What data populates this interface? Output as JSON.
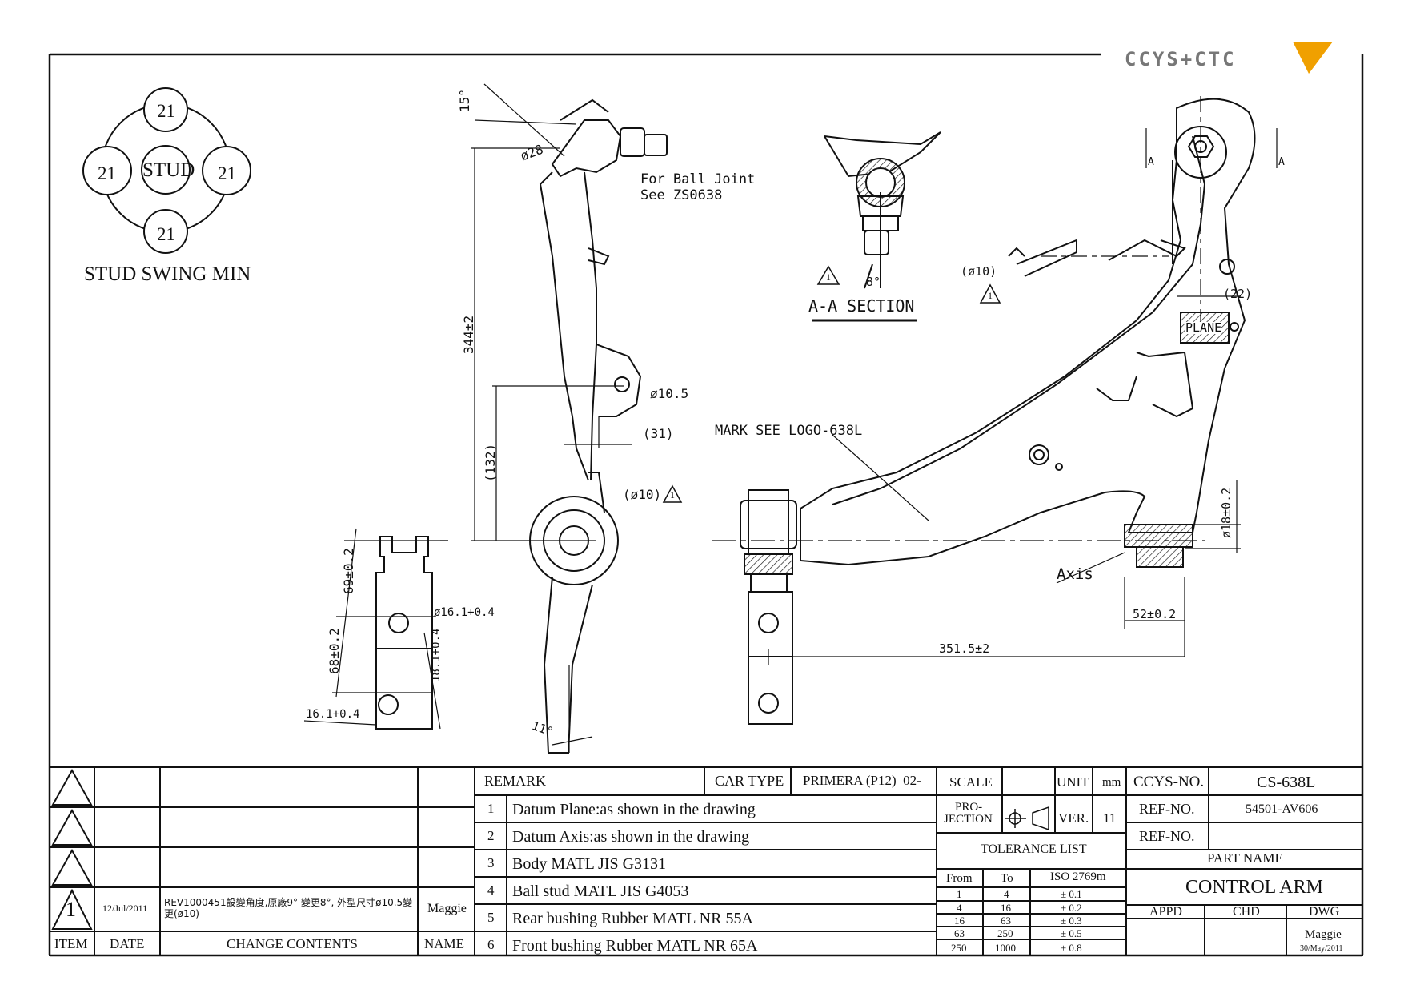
{
  "logo": {
    "text": "CCYS+CTC"
  },
  "stud_swing": {
    "title": "STUD SWING MIN",
    "center": "STUD",
    "angles": [
      "21",
      "21",
      "21",
      "21"
    ]
  },
  "annotations": {
    "angle_15": "15°",
    "dia_28": "ø28",
    "ball_joint_1": "For Ball Joint",
    "ball_joint_2": "See ZS0638",
    "dim_344": "344±2",
    "dim_132": "(132)",
    "dia_10_5": "ø10.5",
    "dim_31": "(31)",
    "dia_10_a": "(ø10)",
    "dim_69": "69±0.2",
    "dim_68": "68±0.2",
    "dia_16_1a": "ø16.1+0.4",
    "dim_18_1": "18.1+0.4",
    "dim_16_1b": "16.1+0.4",
    "angle_11": "11°",
    "section_angle": "8°",
    "section_title": "A-A SECTION",
    "mark_logo": "MARK SEE LOGO-638L",
    "dia_10_b": "(ø10)",
    "dim_22": "(22)",
    "plane": "PLANE",
    "axis": "Axis",
    "dia_18": "ø18±0.2",
    "dim_52": "52±0.2",
    "dim_351": "351.5±2",
    "sec_a1": "A",
    "sec_a2": "A",
    "warn": "1"
  },
  "title_block": {
    "revision": {
      "item": "1",
      "date": "12/Jul/2011",
      "contents": "REV1000451設變角度,原廠9° 變更8°, 外型尺寸ø10.5變更(ø10)",
      "name": "Maggie"
    },
    "headers": {
      "item": "ITEM",
      "date": "DATE",
      "contents": "CHANGE CONTENTS",
      "name": "NAME"
    },
    "remark_label": "REMARK",
    "car_type_label": "CAR TYPE",
    "car_type": "PRIMERA (P12)_02-",
    "remarks": [
      {
        "no": "1",
        "text": "Datum Plane:as shown in the drawing"
      },
      {
        "no": "2",
        "text": "Datum Axis:as shown in the drawing"
      },
      {
        "no": "3",
        "text": "Body MATL JIS G3131"
      },
      {
        "no": "4",
        "text": "Ball stud MATL JIS G4053"
      },
      {
        "no": "5",
        "text": "Rear bushing Rubber MATL NR 55A"
      },
      {
        "no": "6",
        "text": "Front bushing Rubber MATL NR 65A"
      }
    ],
    "scale_label": "SCALE",
    "unit_label": "UNIT",
    "unit": "mm",
    "projection_label_1": "PRO-",
    "projection_label_2": "JECTION",
    "ver_label": "VER.",
    "ver": "11",
    "tolerance_title": "TOLERANCE LIST",
    "tolerance_headers": [
      "From",
      "To",
      "ISO 2769m"
    ],
    "tolerances": [
      [
        "1",
        "4",
        "± 0.1"
      ],
      [
        "4",
        "16",
        "± 0.2"
      ],
      [
        "16",
        "63",
        "± 0.3"
      ],
      [
        "63",
        "250",
        "± 0.5"
      ],
      [
        "250",
        "1000",
        "± 0.8"
      ]
    ],
    "ccys_no_label": "CCYS-NO.",
    "ccys_no": "CS-638L",
    "ref_no_label": "REF-NO.",
    "ref_no": "54501-AV606",
    "ref_no_label_2": "REF-NO.",
    "part_name_label": "PART NAME",
    "part_name": "CONTROL ARM",
    "appd_label": "APPD",
    "chd_label": "CHD",
    "dwg_label": "DWG",
    "dwg_name": "Maggie",
    "dwg_date": "30/May/2011"
  }
}
